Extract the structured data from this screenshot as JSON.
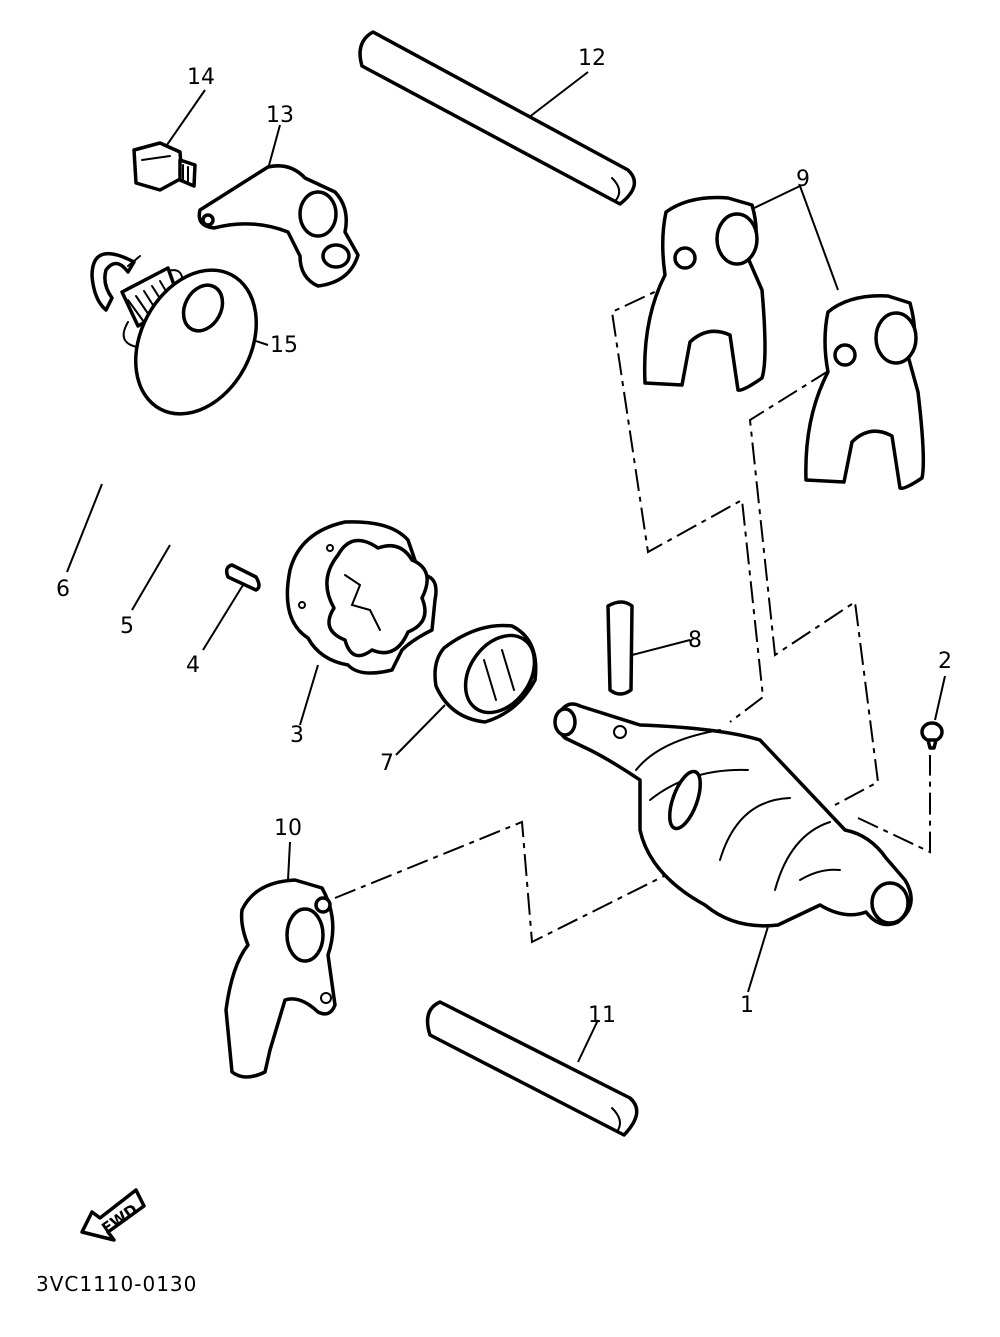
{
  "callouts": {
    "c1": "1",
    "c2": "2",
    "c3": "3",
    "c4": "4",
    "c5": "5",
    "c6": "6",
    "c7": "7",
    "c8": "8",
    "c9": "9",
    "c10": "10",
    "c11": "11",
    "c12": "12",
    "c13": "13",
    "c14": "14",
    "c15": "15"
  },
  "fwd_label": "FWD",
  "diagram_code": "3VC1110-0130"
}
